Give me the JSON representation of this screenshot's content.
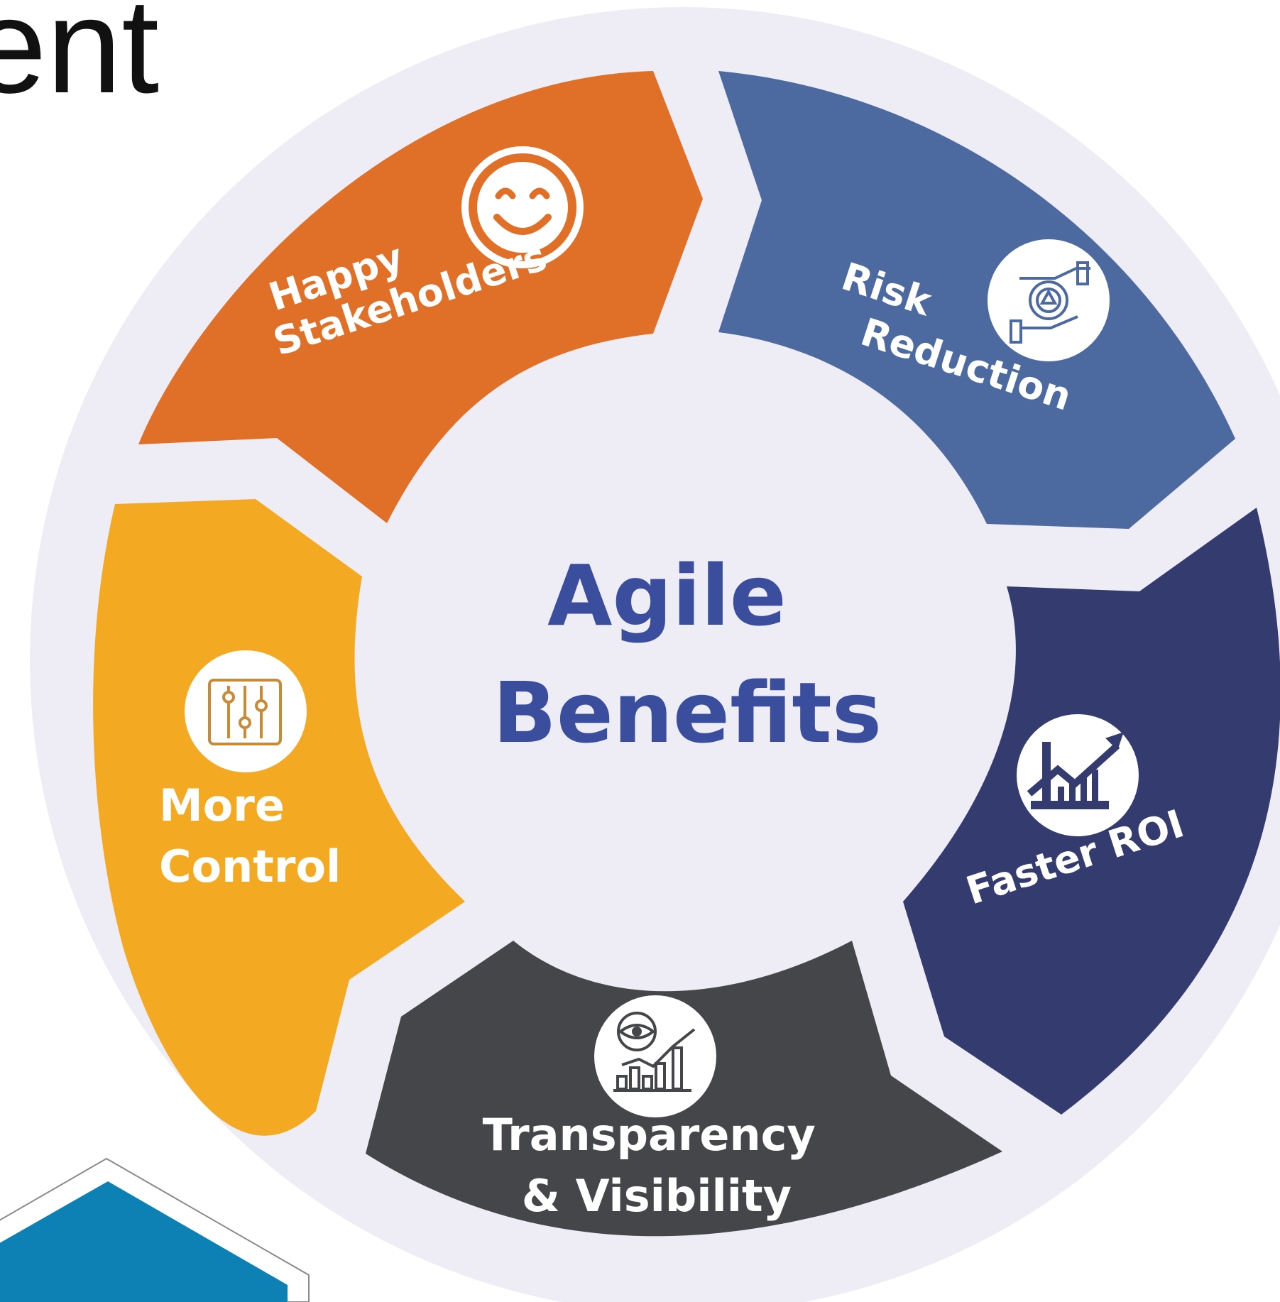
{
  "heading_fragment": "ent",
  "center": {
    "line1": "Agile",
    "line2": "Benefits"
  },
  "segments": [
    {
      "id": "happy-stakeholders",
      "line1": "Happy",
      "line2": "Stakeholders",
      "color": "#E07027",
      "icon": "smiley-face-icon"
    },
    {
      "id": "risk-reduction",
      "line1": "Risk",
      "line2": "Reduction",
      "color": "#4D6AA0",
      "icon": "risk-management-icon"
    },
    {
      "id": "faster-roi",
      "line1": "Faster ROI",
      "color": "#343B6E",
      "icon": "growth-chart-icon"
    },
    {
      "id": "transparency",
      "line1": "Transparency",
      "line2": "& Visibility",
      "color": "#444649",
      "icon": "analytics-eye-icon"
    },
    {
      "id": "more-control",
      "line1": "More",
      "line2": "Control",
      "color": "#F4A922",
      "icon": "sliders-icon"
    }
  ],
  "colors": {
    "background_disc": "#EEEDF6",
    "center_text": "#3A4E9D",
    "hexagon_fill": "#0D81B3",
    "hexagon_outline": "#8A8A8A"
  }
}
